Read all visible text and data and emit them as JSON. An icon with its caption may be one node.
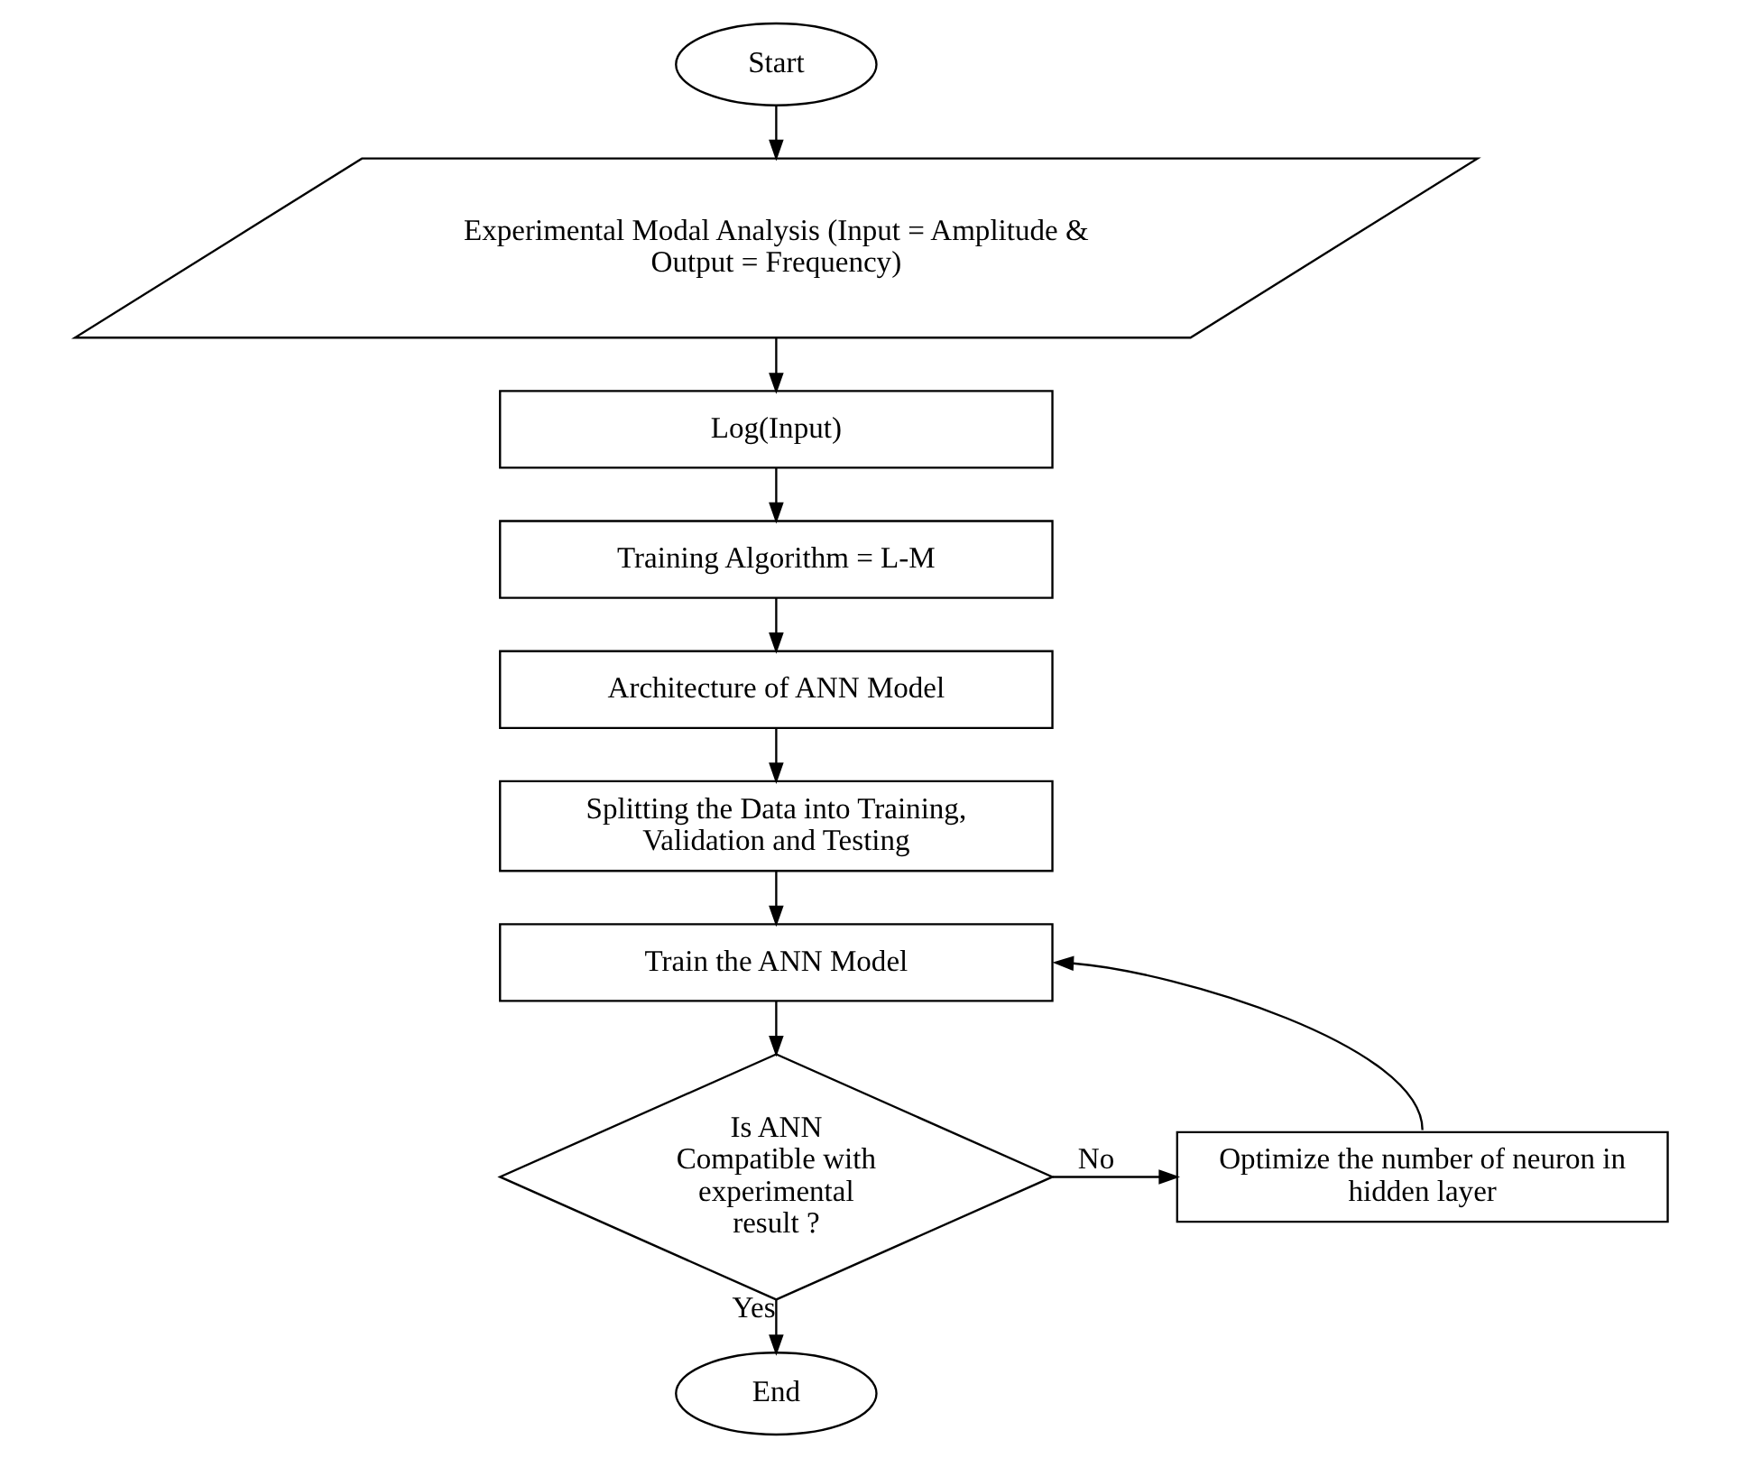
{
  "diagram": {
    "nodes": [
      {
        "text": [
          "Start"
        ]
      },
      {
        "text": [
          "Experimental Modal Analysis (Input = Amplitude & Output = Frequency)"
        ]
      },
      {
        "text": [
          "Log(Input)"
        ]
      },
      {
        "text": [
          "Training Algorithm = L-M"
        ]
      },
      {
        "text": [
          "Architecture of ANN Model"
        ]
      },
      {
        "text": [
          "Splitting the Data into Training, Validation and Testing"
        ]
      },
      {
        "text": [
          "Train the ANN Model"
        ]
      },
      {
        "text": [
          "Is ANN Compatible with experimental result ?"
        ]
      },
      {
        "text": [
          "Optimize the number of neuron in hidden layer"
        ]
      },
      {
        "text": [
          "End"
        ]
      }
    ],
    "edges": [
      {
        "from": 0,
        "to": 1,
        "arrow": "to"
      },
      {
        "from": 1,
        "to": 2,
        "arrow": "to"
      },
      {
        "from": 2,
        "to": 3,
        "arrow": "to"
      },
      {
        "from": 3,
        "to": 4,
        "arrow": "to"
      },
      {
        "from": 4,
        "to": 5,
        "arrow": "to"
      },
      {
        "from": 5,
        "to": 6,
        "arrow": "to"
      },
      {
        "from": 6,
        "to": 7,
        "arrow": "to"
      },
      {
        "from": 7,
        "to": 8,
        "label": "No",
        "arrow": "to"
      },
      {
        "from": 8,
        "to": 6,
        "arrow": "to"
      },
      {
        "from": 7,
        "to": 9,
        "label": "Yes",
        "arrow": "to"
      }
    ]
  }
}
